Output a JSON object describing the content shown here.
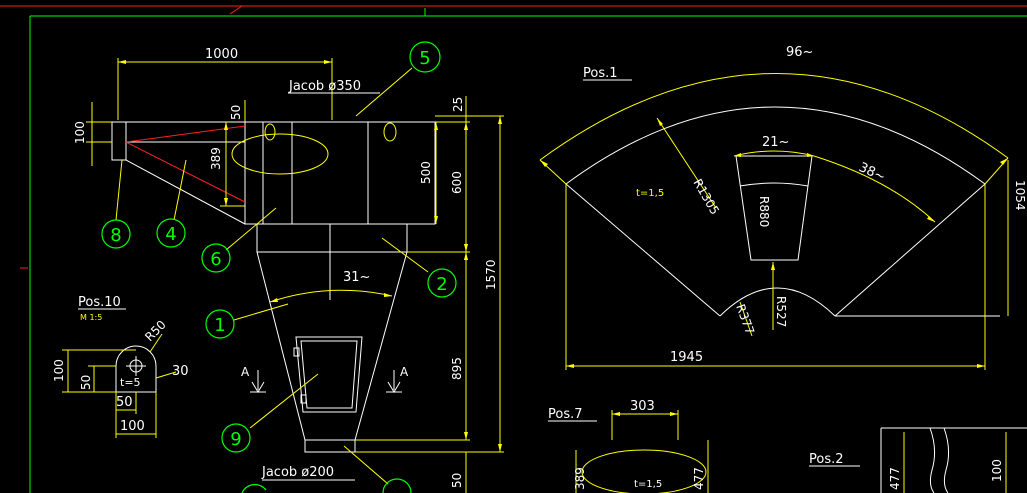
{
  "drawing": {
    "dims": {
      "d1000": "1000",
      "d100": "100",
      "d50": "50",
      "d25": "25",
      "d389": "389",
      "d500": "500",
      "d600": "600",
      "d1570": "1570",
      "d895": "895",
      "d50b": "50",
      "d31": "31~",
      "jacob350": "Jacob ø350",
      "jacob200": "Jacob ø200"
    },
    "balloons": [
      "5",
      "8",
      "4",
      "6",
      "2",
      "1",
      "9"
    ],
    "section_mark": "A",
    "pos10": {
      "title": "Pos.10",
      "scale": "M 1:5",
      "r50": "R50",
      "d30": "30",
      "d100v": "100",
      "d50v": "50",
      "thickness": "t=5",
      "d50h": "50",
      "d100h": "100"
    },
    "pos1": {
      "title": "Pos.1",
      "arc_len": "96~",
      "d21": "21~",
      "d38": "38~",
      "thickness": "t=1,5",
      "r1305": "R1305",
      "r880": "R880",
      "r377": "R377",
      "r527": "R527",
      "d1945": "1945",
      "d1054": "1054"
    },
    "pos7": {
      "title": "Pos.7",
      "d303": "303",
      "d389": "389",
      "thickness": "t=1,5",
      "d477": "477"
    },
    "pos2": {
      "title": "Pos.2",
      "d477": "477",
      "d100": "100"
    }
  }
}
